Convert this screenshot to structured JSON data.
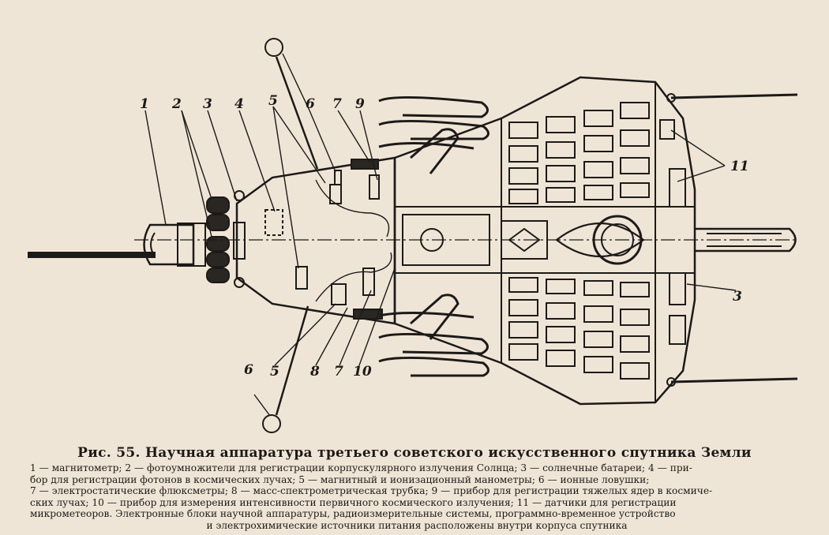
{
  "labels": {
    "l1": "1",
    "l2": "2",
    "l3": "3",
    "l4": "4",
    "l5a": "5",
    "l6a": "6",
    "l7a": "7",
    "l9": "9",
    "l11": "11",
    "l3b": "3",
    "l6b": "6",
    "l5b": "5",
    "l8": "8",
    "l7b": "7",
    "l10": "10"
  },
  "caption": "Рис. 55. Научная аппаратура третьего советского искусственного спутника Земли",
  "legend_lines": [
    "1 — магнитометр; 2 — фотоумножители для регистрации корпускулярного излучения Солнца; 3 — солнечные батареи; 4 — при-",
    "бор для регистрации фотонов в космических лучах; 5 — магнитный и ионизационный манометры; 6 — ионные ловушки;",
    "7 — электростатические флюксметры; 8 — масс-спектрометрическая трубка; 9 — прибор для регистрации тяжелых ядер в космиче-",
    "ских лучах; 10 — прибор для измерения интенсивности первичного космического излучения; 11 — датчики для регистрации",
    "микрометеоров. Электронные блоки научной аппаратуры, радиоизмерительные системы, программно-временное устройство",
    "и электрохимические источники питания расположены внутри корпуса спутника"
  ]
}
